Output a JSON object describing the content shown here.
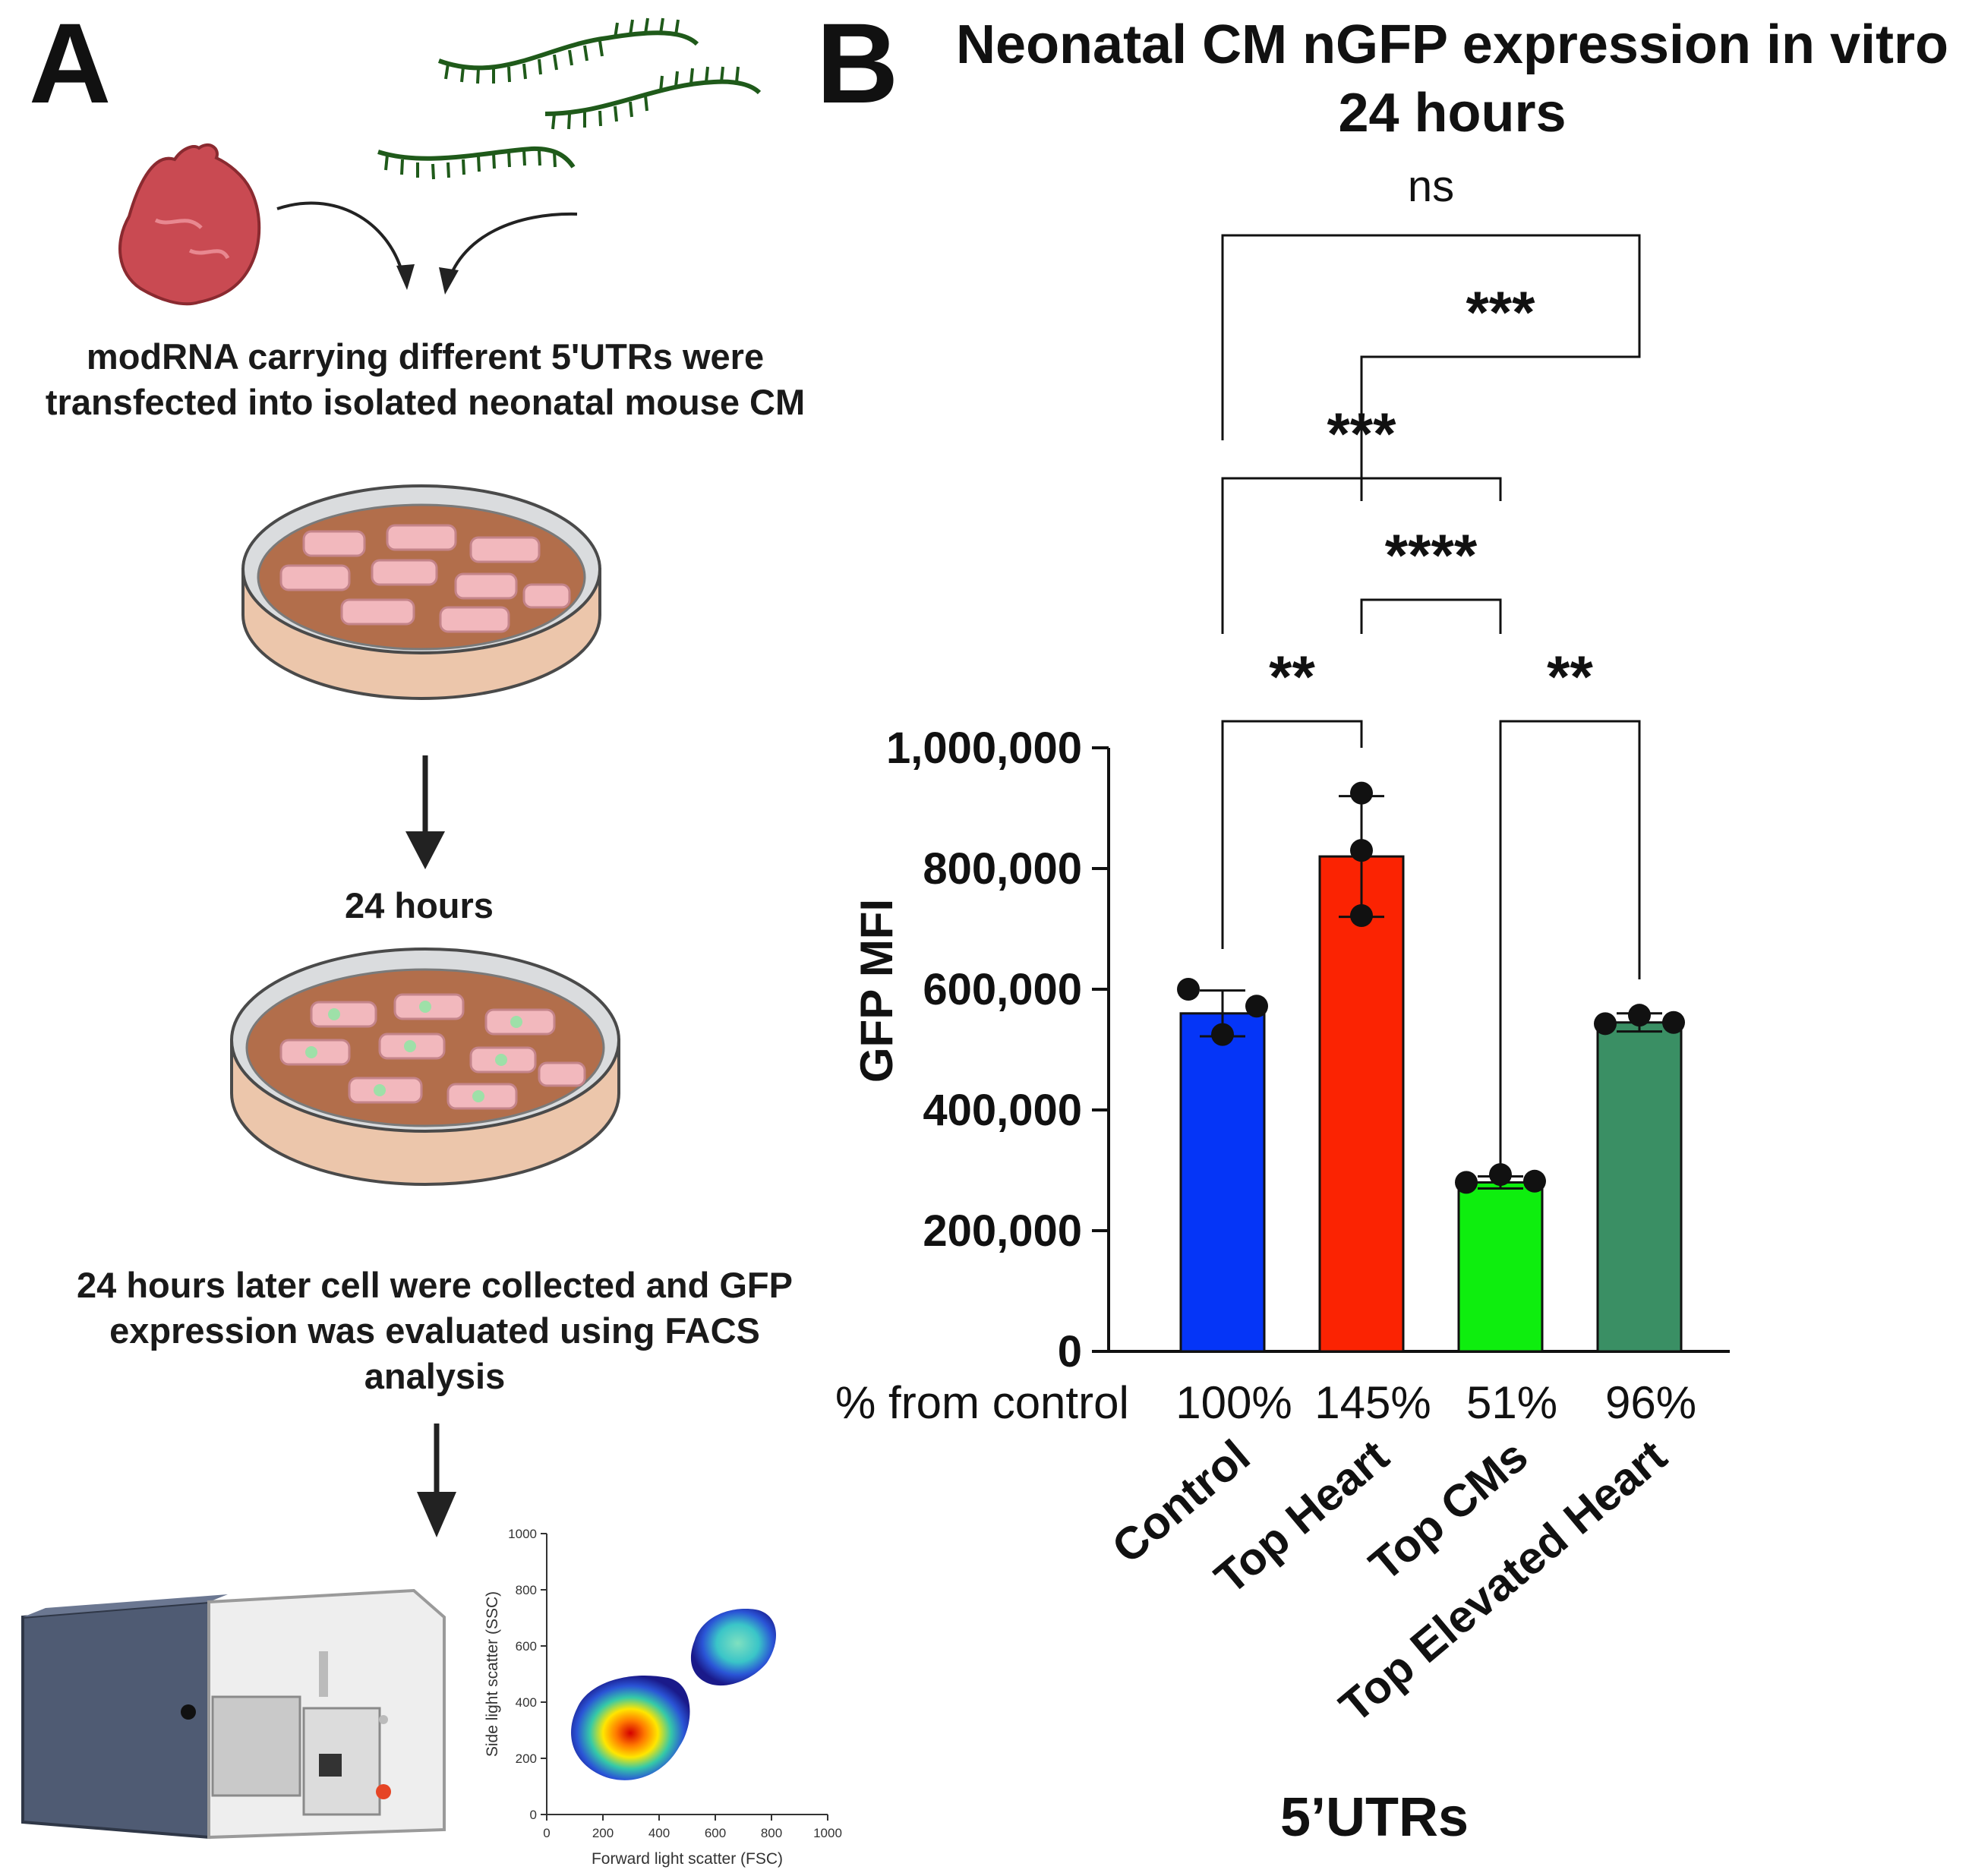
{
  "panel_a": {
    "letter": "A",
    "caption_1": [
      "modRNA carrying different 5'UTRs were",
      "transfected into isolated neonatal mouse CM"
    ],
    "time_label": "24 hours",
    "caption_2": [
      "24 hours later cell were collected and GFP",
      "expression was evaluated using FACS",
      "analysis"
    ],
    "facs_plot": {
      "xlabel": "Forward light scatter (FSC)",
      "ylabel": "Side light scatter (SSC)",
      "xticks": [
        "0",
        "200",
        "400",
        "600",
        "800",
        "1000"
      ],
      "yticks": [
        "0",
        "200",
        "400",
        "600",
        "800",
        "1000"
      ]
    }
  },
  "panel_b": {
    "letter": "B",
    "title_line1": "Neonatal CM nGFP expression in vitro",
    "title_line2": "24 hours",
    "pct_label": "% from control"
  },
  "chart_data": {
    "type": "bar",
    "title": "Neonatal CM nGFP expression in vitro 24 hours",
    "xlabel": "5’UTRs",
    "ylabel": "GFP MFI",
    "categories": [
      "Control",
      "Top Heart",
      "Top CMs",
      "Top Elevated Heart"
    ],
    "values": [
      560000,
      820000,
      280000,
      545000
    ],
    "errors": [
      38000,
      100000,
      10000,
      15000
    ],
    "points": [
      [
        600000,
        525000,
        572000
      ],
      [
        925000,
        830000,
        722000
      ],
      [
        280000,
        293000,
        282000
      ],
      [
        543000,
        557000,
        545000
      ]
    ],
    "colors": [
      "#0535f7",
      "#fb2302",
      "#0eee0e",
      "#3a8f64"
    ],
    "percent_from_control": [
      "100%",
      "145%",
      "51%",
      "96%"
    ],
    "ylim": [
      0,
      1000000
    ],
    "yticks": [
      0,
      200000,
      400000,
      600000,
      800000,
      1000000
    ],
    "ytick_labels": [
      "0",
      "200,000",
      "400,000",
      "600,000",
      "800,000",
      "1,000,000"
    ],
    "comparisons": [
      {
        "from": "Control",
        "to": "Top Heart",
        "label": "**"
      },
      {
        "from": "Top CMs",
        "to": "Top Elevated Heart",
        "label": "**"
      },
      {
        "from": "Top Heart",
        "to": "Top CMs",
        "label": "****"
      },
      {
        "from": "Control",
        "to": "Top CMs",
        "label": "***"
      },
      {
        "from": "Top Heart",
        "to": "Top Elevated Heart",
        "label": "***"
      },
      {
        "from": "Control",
        "to": "Top Elevated Heart",
        "label": "ns"
      }
    ]
  }
}
